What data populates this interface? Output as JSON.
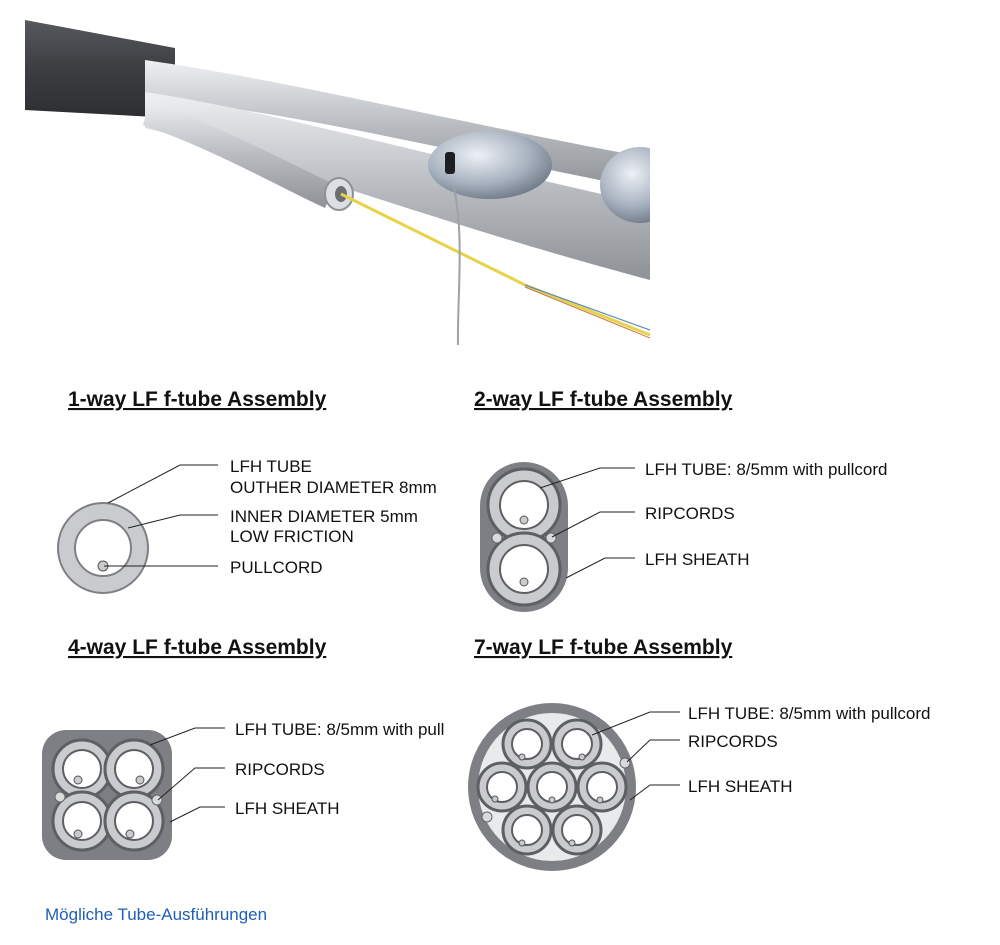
{
  "assemblies": {
    "one_way": {
      "title": "1-way LF f-tube Assembly",
      "labels": [
        "LFH TUBE",
        "OUTHER DIAMETER 8mm",
        "INNER DIAMETER 5mm",
        "LOW FRICTION",
        "PULLCORD"
      ]
    },
    "two_way": {
      "title": "2-way LF f-tube Assembly",
      "labels": [
        "LFH TUBE: 8/5mm with pullcord",
        "RIPCORDS",
        "LFH SHEATH"
      ]
    },
    "four_way": {
      "title": "4-way LF f-tube Assembly",
      "labels": [
        "LFH TUBE: 8/5mm with pull",
        "RIPCORDS",
        "LFH SHEATH"
      ]
    },
    "seven_way": {
      "title": "7-way LF f-tube Assembly",
      "labels": [
        "LFH TUBE: 8/5mm with pullcord",
        "RIPCORDS",
        "LFH SHEATH"
      ]
    }
  },
  "caption": "Mögliche Tube-Ausführungen",
  "colors": {
    "sheath": "#7d7f84",
    "tube_fill": "#c9cbce",
    "tube_bore": "#ffffff",
    "caption": "#1f5fb4",
    "fiber_yellow": "#e8d24a"
  }
}
